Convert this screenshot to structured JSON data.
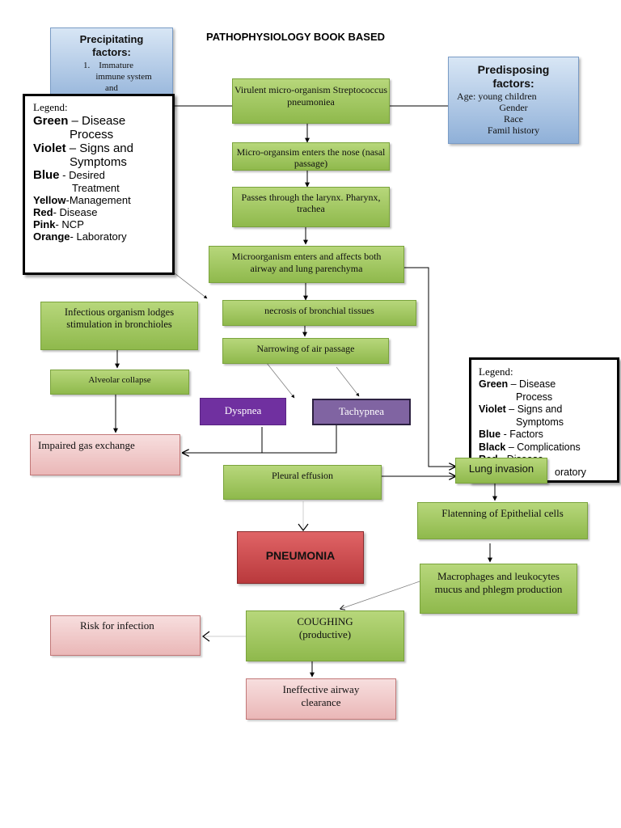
{
  "title": "PATHOPHYSIOLOGY BOOK BASED",
  "precipitating": {
    "heading": "Precipitating factors:",
    "num": "1.",
    "line1": "Immature",
    "line2": "immune system",
    "line3": "and"
  },
  "predisposing": {
    "heading": "Predisposing factors:",
    "items": [
      "Age: young children",
      "Gender",
      "Race",
      "Famil history"
    ]
  },
  "legend1": {
    "label": "Legend:",
    "entries": [
      {
        "key": "Green",
        "sep": " – ",
        "desc": "Disease",
        "cont": "Process"
      },
      {
        "key": "Violet",
        "sep": " – ",
        "desc": "Signs and",
        "cont": "Symptoms"
      },
      {
        "key": "Blue",
        "sep": " - ",
        "desc": "Desired",
        "cont": "Treatment"
      },
      {
        "key": "Yellow",
        "sep": "-",
        "desc": "Management"
      },
      {
        "key": "Red",
        "sep": "- ",
        "desc": "Disease"
      },
      {
        "key": "Pink",
        "sep": "- ",
        "desc": "NCP"
      },
      {
        "key": "Orange",
        "sep": "- ",
        "desc": "Laboratory"
      }
    ]
  },
  "legend2": {
    "label": "Legend:",
    "entries": [
      {
        "key": "Green",
        "sep": " – ",
        "desc": "Disease",
        "cont": "Process"
      },
      {
        "key": "Violet",
        "sep": " – ",
        "desc": "Signs and",
        "cont": "Symptoms"
      },
      {
        "key": "Blue",
        "sep": " - ",
        "desc": "Factors"
      },
      {
        "key": "Black",
        "sep": " – ",
        "desc": "Complications"
      },
      {
        "key": "Red",
        "sep": " - ",
        "desc": "Disease"
      },
      {
        "key": "",
        "sep": "",
        "desc": "oratory"
      }
    ]
  },
  "nodes": {
    "virulent": "Virulent micro-organism Streptococcus pneumoniea",
    "enters_nose": "Micro-organsim enters the nose (nasal passage)",
    "larynx": "Passes through the larynx. Pharynx, trachea",
    "airway": "Microorganism enters and affects both airway and lung parenchyma",
    "necrosis": "necrosis of bronchial tissues",
    "narrowing": "Narrowing of air passage",
    "infectious": "Infectious organism lodges stimulation in bronchioles",
    "alveolar": "Alveolar collapse",
    "dyspnea": "Dyspnea",
    "tachypnea": "Tachypnea",
    "impaired": "Impaired gas exchange",
    "pleural": "Pleural effusion",
    "lung_invasion": "Lung invasion",
    "flatenning": "Flatenning of Epithelial cells",
    "pneumonia": "PNEUMONIA",
    "macrophages": "Macrophages and leukocytes mucus and phlegm production",
    "coughing": "COUGHING (productive)",
    "risk": "Risk for infection",
    "ineffective": "Ineffective airway clearance"
  },
  "colors": {
    "green": "#9bc45a",
    "violet": "#7030a0",
    "violet_light": "#8064a2",
    "pink": "#f2c9c9",
    "red": "#c9474a",
    "blue": "#a9c3e6"
  }
}
